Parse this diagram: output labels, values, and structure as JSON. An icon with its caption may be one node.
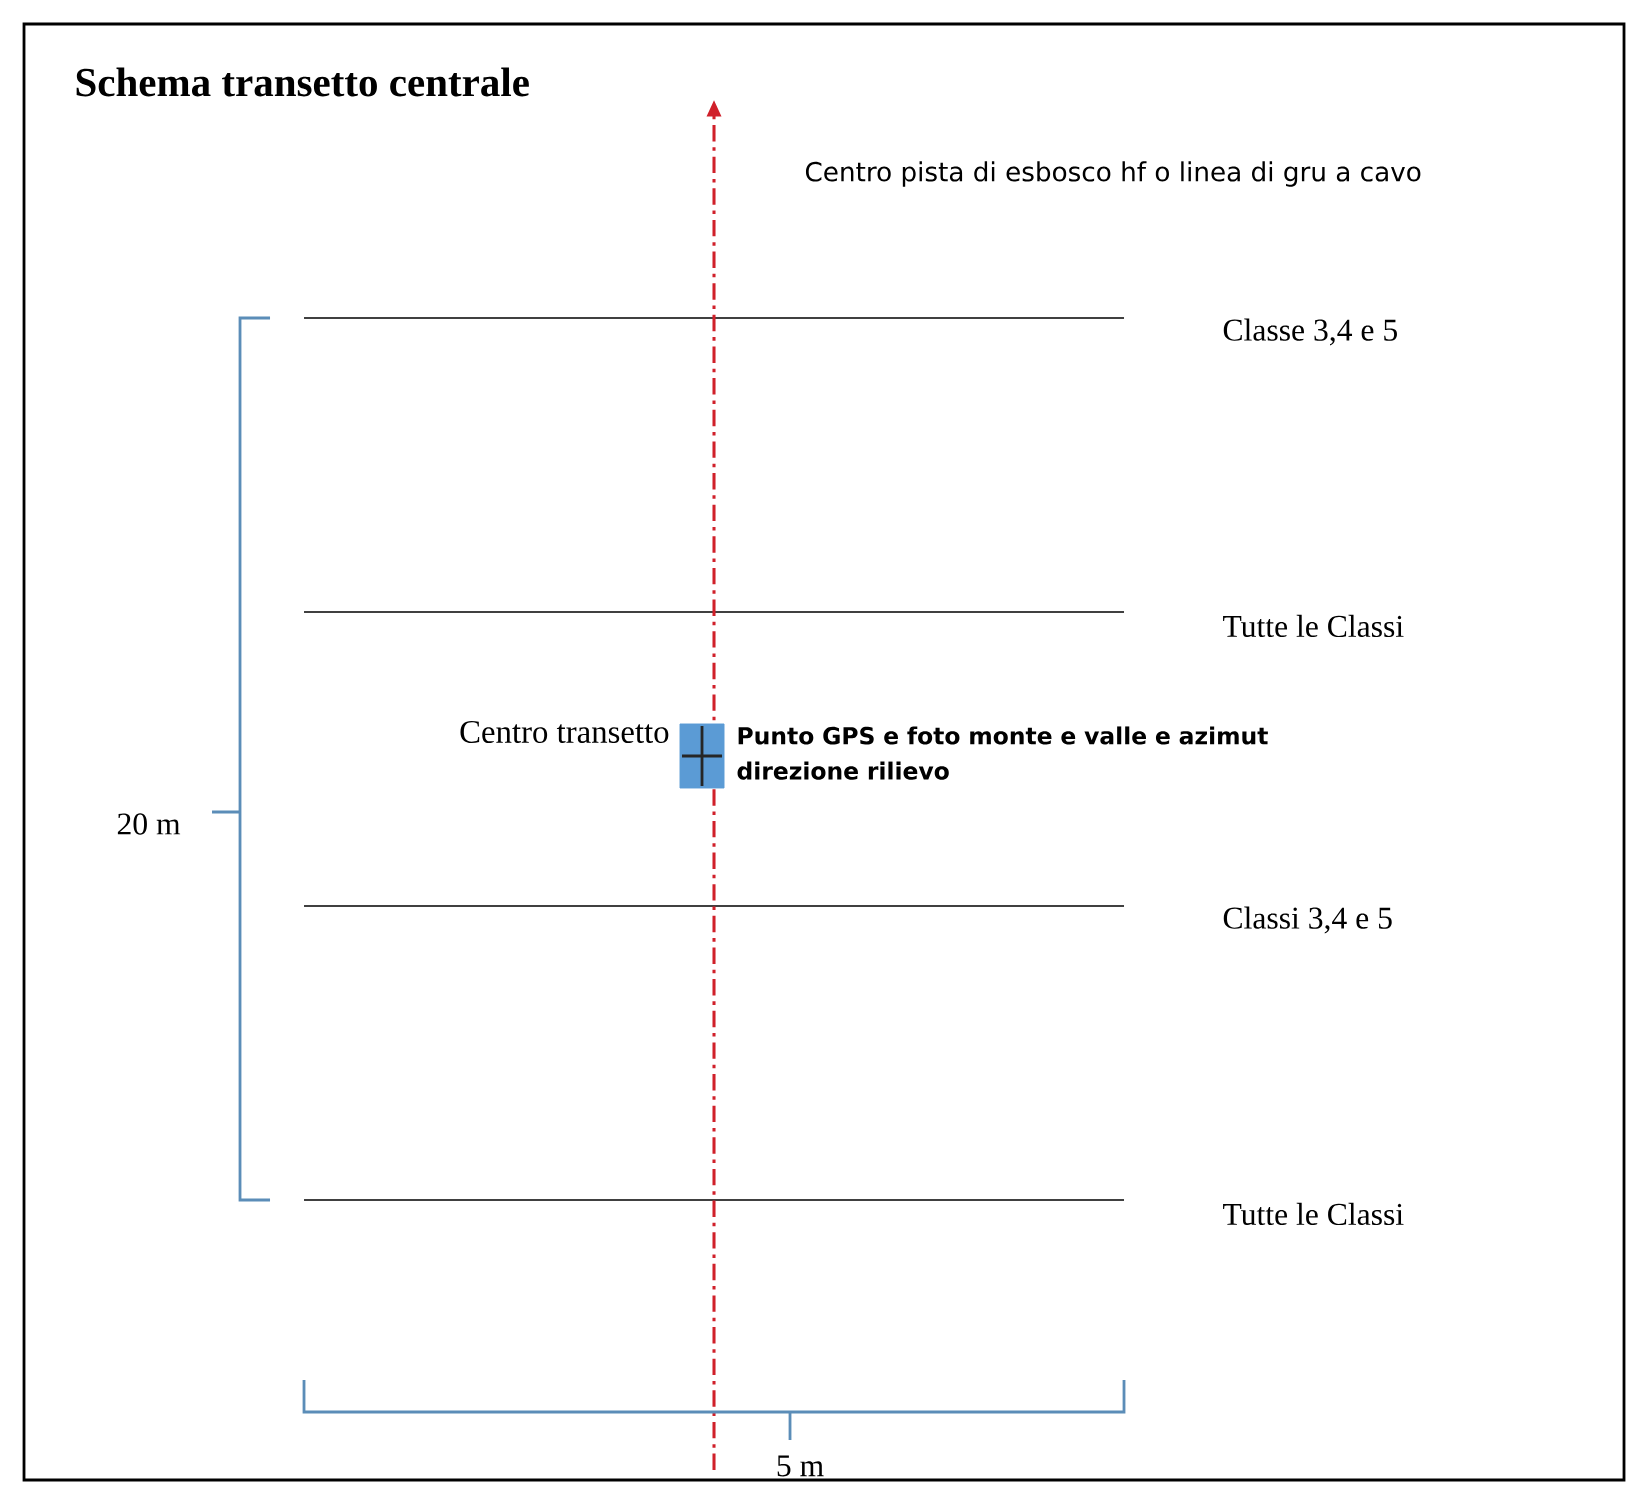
{
  "diagram": {
    "title": "Schema transetto centrale",
    "nodes": [
      {
        "text": [],
        "shape": "box",
        "beside": [
          "Centro transetto",
          "Punto GPS e foto monte e valle e azimut direzione rilievo"
        ]
      }
    ],
    "labels": [
      "Centro pista di esbosco hf o linea di gru a cavo",
      "Classe 3,4 e 5",
      "Tutte le Classi",
      "20 m",
      "Classi 3,4 e 5",
      "Tutte le Classi",
      "5 m"
    ]
  }
}
